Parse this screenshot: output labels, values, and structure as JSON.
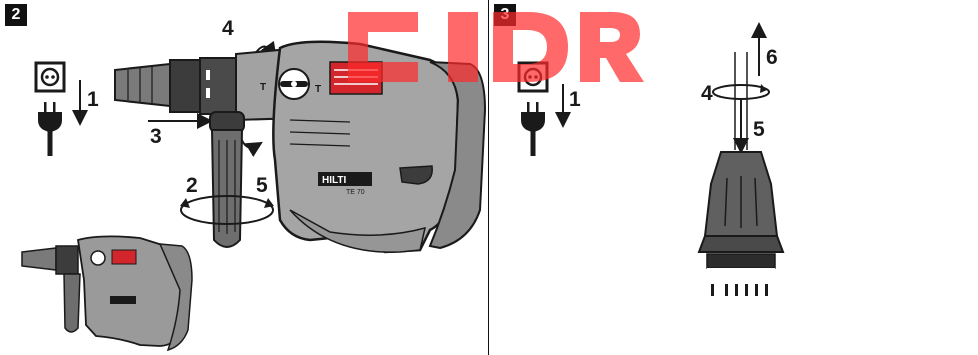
{
  "figures": {
    "left": {
      "number": "2",
      "step_unplug": "1",
      "step_insert": "3",
      "step_top": "4",
      "step_rotate_left": "2",
      "step_rotate_right": "5",
      "brand_label": "HILTI",
      "model_label": "TE 70",
      "switch_label": "T"
    },
    "right": {
      "number": "3",
      "step_unplug": "1",
      "step_pull": "6",
      "step_rotate": "4",
      "step_down": "5"
    }
  },
  "colors": {
    "tool_body": "#9a9a9a",
    "tool_dark": "#3c3c3c",
    "vent_red": "#d2262c",
    "watermark_red": "#ff2a2a"
  }
}
